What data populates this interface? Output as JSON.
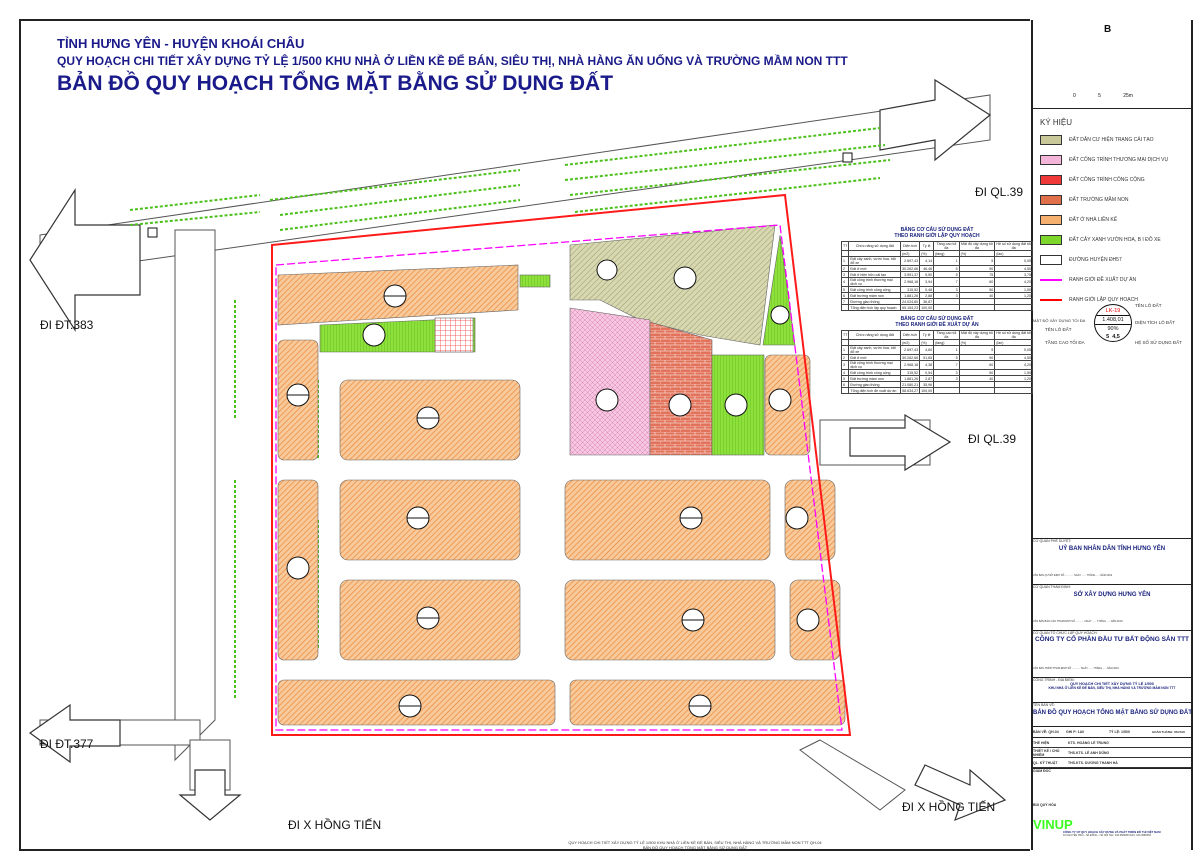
{
  "header": {
    "province": "TỈNH HƯNG YÊN - HUYỆN KHOÁI CHÂU",
    "project": "QUY HOẠCH CHI TIẾT XÂY DỰNG TỶ LỆ 1/500 KHU NHÀ Ở LIỀN KỀ ĐỂ BÁN, SIÊU THỊ, NHÀ HÀNG ĂN UỐNG VÀ TRƯỜNG MẦM NON TTT",
    "map_title": "BẢN ĐỒ QUY HOẠCH TỔNG MẶT BẰNG SỬ DỤNG ĐẤT"
  },
  "directions": {
    "dt383": "ĐI ĐT.383",
    "ql39_top": "ĐI QL.39",
    "ql39_right": "ĐI QL.39",
    "dt377": "ĐI ĐT.377",
    "hongtien_left": "ĐI X  HỒNG TIẾN",
    "hongtien_right": "ĐI X  HỒNG TIẾN"
  },
  "north": {
    "label": "B",
    "scale": [
      "0",
      "5",
      "25m"
    ]
  },
  "legend": {
    "title": "KÝ HIỆU",
    "items": [
      {
        "label": "ĐẤT DÂN CƯ HIỆN TRẠNG CẢI TẠO",
        "color": "#c8c89a"
      },
      {
        "label": "ĐẤT CÔNG TRÌNH THƯƠNG MẠI DỊCH VỤ",
        "color": "#f4b6d8"
      },
      {
        "label": "ĐẤT CÔNG TRÌNH CÔNG CỘNG",
        "color": "#f03a3a"
      },
      {
        "label": "ĐẤT TRƯỜNG MẦM NON",
        "color": "#e0704a"
      },
      {
        "label": "ĐẤT Ở NHÀ LIỀN KẾ",
        "color": "#f5b070"
      },
      {
        "label": "ĐẤT CÂY XANH VƯỜN HOA, B  I ĐỖ XE",
        "color": "#7fd62a"
      },
      {
        "label": "ĐƯỜNG HUYỆN ĐH57",
        "color": "#ffffff"
      },
      {
        "label": "RANH GIỚI ĐỀ XUẤT DỰ ÁN",
        "color": "#ff00ff"
      },
      {
        "label": "RANH GIỚI LẬP QUY HOẠCH",
        "color": "#ff0000"
      }
    ]
  },
  "lot_key": {
    "name": "TÊN LÔ ĐẤT",
    "area": "DIỆN TÍCH LÔ ĐẤT",
    "density": "MẬT ĐỘ XÂY DỰNG TỐI ĐA",
    "floors": "TẦNG CAO TỐI ĐA",
    "far": "HỆ SỐ SỬ DỤNG ĐẤT",
    "sample": [
      "LK-19",
      "1.408,01",
      "90%",
      "5  4,5"
    ]
  },
  "tables": [
    {
      "title1": "BẢNG CƠ CẤU SỬ DỤNG ĐẤT",
      "title2": "THEO RANH GIỚI LẬP QUY HOẠCH",
      "headers": [
        "TT",
        "Chức năng sử dụng đất",
        "Diện tích",
        "Tỷ lệ",
        "Tầng cao tối đa",
        "Mật độ xây dựng tối đa",
        "Hệ số sử dụng đất tối đa"
      ],
      "units": [
        "",
        "",
        "(m2)",
        "(%)",
        "(tầng)",
        "(%)",
        "(lần)"
      ],
      "rows": [
        [
          "1",
          "Đất cây xanh, vườn hoa, bãi đỗ xe",
          "2.697,43",
          "4,14",
          "1",
          "5",
          "0,05"
        ],
        [
          "2",
          "Đất ở mới",
          "30.262,66",
          "46,46",
          "5",
          "90",
          "4,50"
        ],
        [
          "3",
          "Đất ở hiện hữu cải tạo",
          "3.591,37",
          "5,50",
          "5",
          "75",
          "3,75"
        ],
        [
          "4",
          "Đất công trình thương mại dịch vụ",
          "2.968,18",
          "3,94",
          "7",
          "60",
          "4,20"
        ],
        [
          "5",
          "Đất công trình công cộng",
          "315,52",
          "0,48",
          "3",
          "50",
          "1,50"
        ],
        [
          "6",
          "Đất trường mầm non",
          "1.881,26",
          "2,88",
          "3",
          "40",
          "1,20"
        ],
        [
          "7",
          "Đường giao thông",
          "24.024,80",
          "36,87",
          "",
          "",
          ""
        ],
        [
          "",
          "Tổng diện tích lập quy hoạch",
          "65.154,23",
          "100,00",
          "",
          "",
          ""
        ]
      ]
    },
    {
      "title1": "BẢNG CƠ CẤU SỬ DỤNG ĐẤT",
      "title2": "THEO RANH GIỚI ĐỀ XUẤT DỰ ÁN",
      "headers": [
        "TT",
        "Chức năng sử dụng đất",
        "Diện tích",
        "Tỷ lệ",
        "Tầng cao tối đa",
        "Mật độ xây dựng tối đa",
        "Hệ số sử dụng đất tối đa"
      ],
      "units": [
        "",
        "",
        "(m2)",
        "(%)",
        "(tầng)",
        "(%)",
        "(lần)"
      ],
      "rows": [
        [
          "1",
          "Đất cây xanh, vườn hoa, bãi đỗ xe",
          "2.697,43",
          "4,60",
          "1",
          "5",
          "0,05"
        ],
        [
          "2",
          "Đất ở mới",
          "30.262,66",
          "51,65",
          "5",
          "90",
          "4,50"
        ],
        [
          "3",
          "Đất công trình thương mại dịch vụ",
          "2.968,18",
          "4,38",
          "7",
          "60",
          "4,20"
        ],
        [
          "4",
          "Đất công trình công cộng",
          "315,52",
          "0,54",
          "3",
          "50",
          "1,50"
        ],
        [
          "5",
          "Đất trường mầm non",
          "1.881,26",
          "2,87",
          "3",
          "40",
          "1,20"
        ],
        [
          "6",
          "Đường giao thông",
          "21.080,21",
          "35,96",
          "",
          "",
          ""
        ],
        [
          "",
          "Tổng diện tích đề xuất dự án",
          "58.634,27",
          "100,00",
          "",
          "",
          ""
        ]
      ]
    }
  ],
  "title_block": {
    "approve_label": "CƠ QUAN PHÊ DUYỆT:",
    "approve": "UỶ BAN NHÂN DÂN TỈNH HƯNG YÊN",
    "approve_note": "VĂN BẢN QUYẾT ĐỊNH SỐ ............ NGÀY ...... THÁNG ..... NĂM 2019",
    "review_label": "CƠ QUAN THẨM ĐỊNH:",
    "review": "SỞ XÂY DỰNG HƯNG YÊN",
    "review_note": "VĂN BẢN BÁO CÁO THẨM ĐỊNH SỐ ............ NGÀY ...... THÁNG ..... NĂM 2019",
    "org_label": "CƠ QUAN TỔ CHỨC LẬP QUY HOẠCH:",
    "org": "CÔNG TY CỔ PHẦN ĐẦU TƯ BẤT ĐỘNG SẢN TTT",
    "org_note": "VĂN BẢN TRÌNH THẨM ĐỊNH SỐ ............ NGÀY ...... THÁNG ..... NĂM 2019",
    "project_label": "CÔNG TRÌNH - ĐỊA ĐIỂM:",
    "project1": "QUY HOẠCH CHI TIẾT XÂY DỰNG TỶ LỆ 1/500",
    "project2": "KHU NHÀ Ở LIỀN KỀ ĐỂ BÁN, SIÊU THỊ, NHÀ HÀNG VÀ TRƯỜNG MẦM NON TTT",
    "drawing_label": "TÊN BẢN VẼ:",
    "drawing": "BẢN ĐỒ QUY HOẠCH TỔNG MẶT BẰNG SỬ DỤNG ĐẤT",
    "sheet": "BẢN VẼ: QH-04",
    "size": "GHI P: 1A0",
    "scale": "TỶ LỆ: 1/500",
    "done": "HOÀN THÀNH: 05/2019",
    "roles": [
      [
        "THỂ HIỆN",
        "KTS. HOÀNG LÊ TRUNG"
      ],
      [
        "THIẾT KẾ / CHỦ NHIỆM",
        "THS.KTS. LÊ ANH DŨNG"
      ],
      [
        "QL. KỸ THUẬT",
        "THS.KTS. DƯƠNG THANH HÀ"
      ]
    ],
    "director": "GIÁM ĐỐC",
    "director_name": "BÙI QUÝ HÒA",
    "company_logo": "VINUP",
    "company": "CÔNG TY CP QUY HOẠCH XÂY DỰNG VÀ PHÁT TRIỂN ĐÔ THỊ VIỆT NAM",
    "company_addr": "10 NGUYỄN TRÃI - HÀ ĐÔNG - HÀ NỘI   TEL: 043.3569353   FAX: 043.3569353"
  },
  "footer": {
    "line1": "QUY HOẠCH CHI TIẾT XÂY DỰNG TỶ LỆ 1/500 KHU NHÀ Ở LIỀN KỀ ĐỂ BÁN, SIÊU THỊ, NHÀ HÀNG VÀ TRƯỜNG MẦM NON TTT   QH-04",
    "line2": "BẢN ĐỒ QUY HOẠCH TỔNG MẶT BẰNG SỬ DỤNG ĐẤT"
  }
}
